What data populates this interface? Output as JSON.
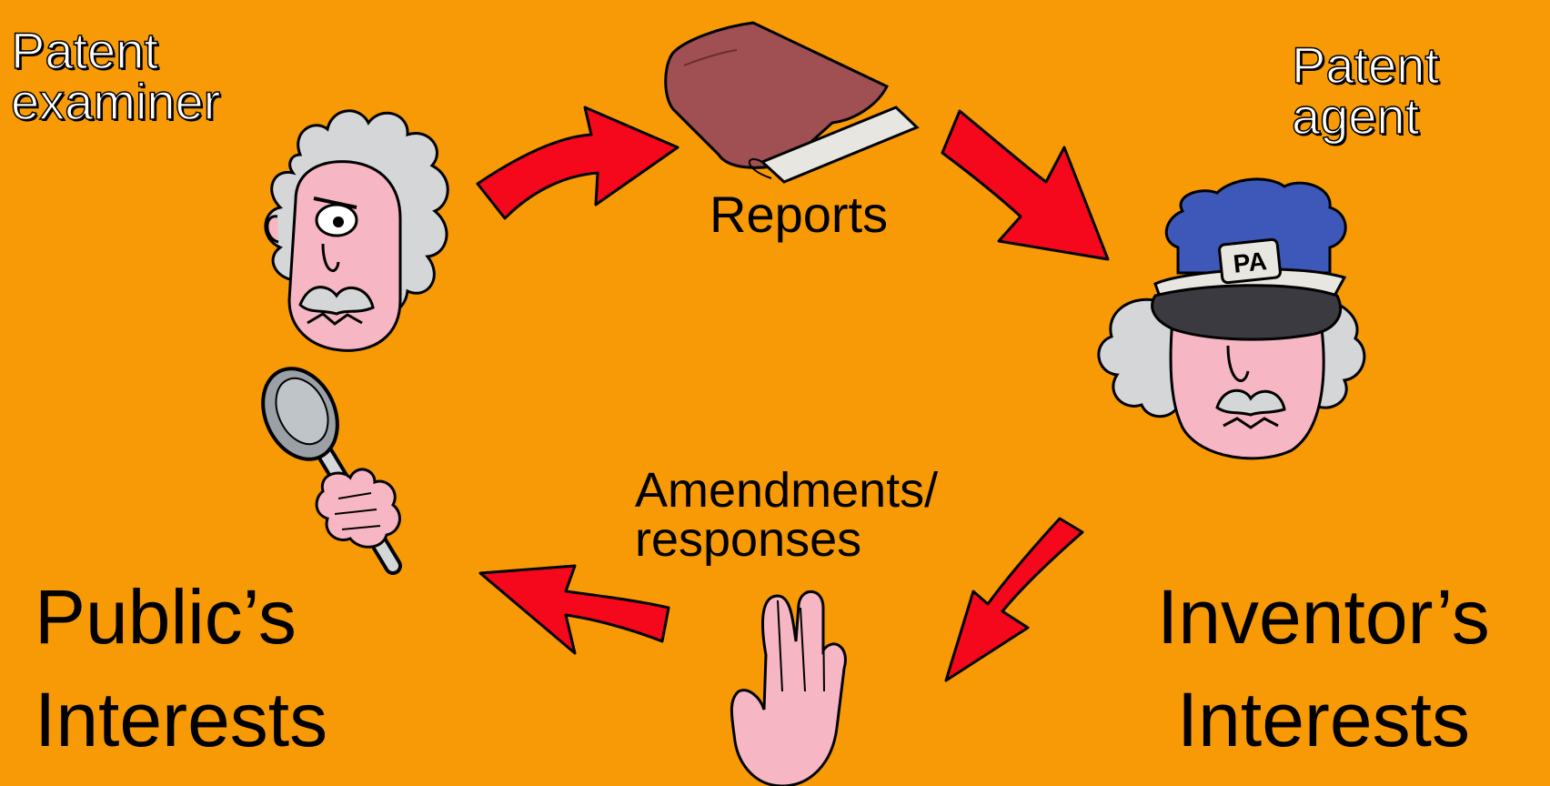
{
  "labels": {
    "patent_examiner_line1": "Patent",
    "patent_examiner_line2": "examiner",
    "patent_agent_line1": "Patent",
    "patent_agent_line2": "agent",
    "reports": "Reports",
    "amendments_line1": "Amendments/",
    "amendments_line2": "responses",
    "public_line1": "Public’s",
    "public_line2": "Interests",
    "inventor_line1": "Inventor’s",
    "inventor_line2": "Interests",
    "agent_cap_badge": "PA"
  },
  "colors": {
    "background": "#F79A05",
    "arrow": "#F5081C",
    "hair": "#D4D6D8",
    "skin": "#F7B6C4",
    "book": "#A04F52",
    "cap": "#3D58B8"
  }
}
